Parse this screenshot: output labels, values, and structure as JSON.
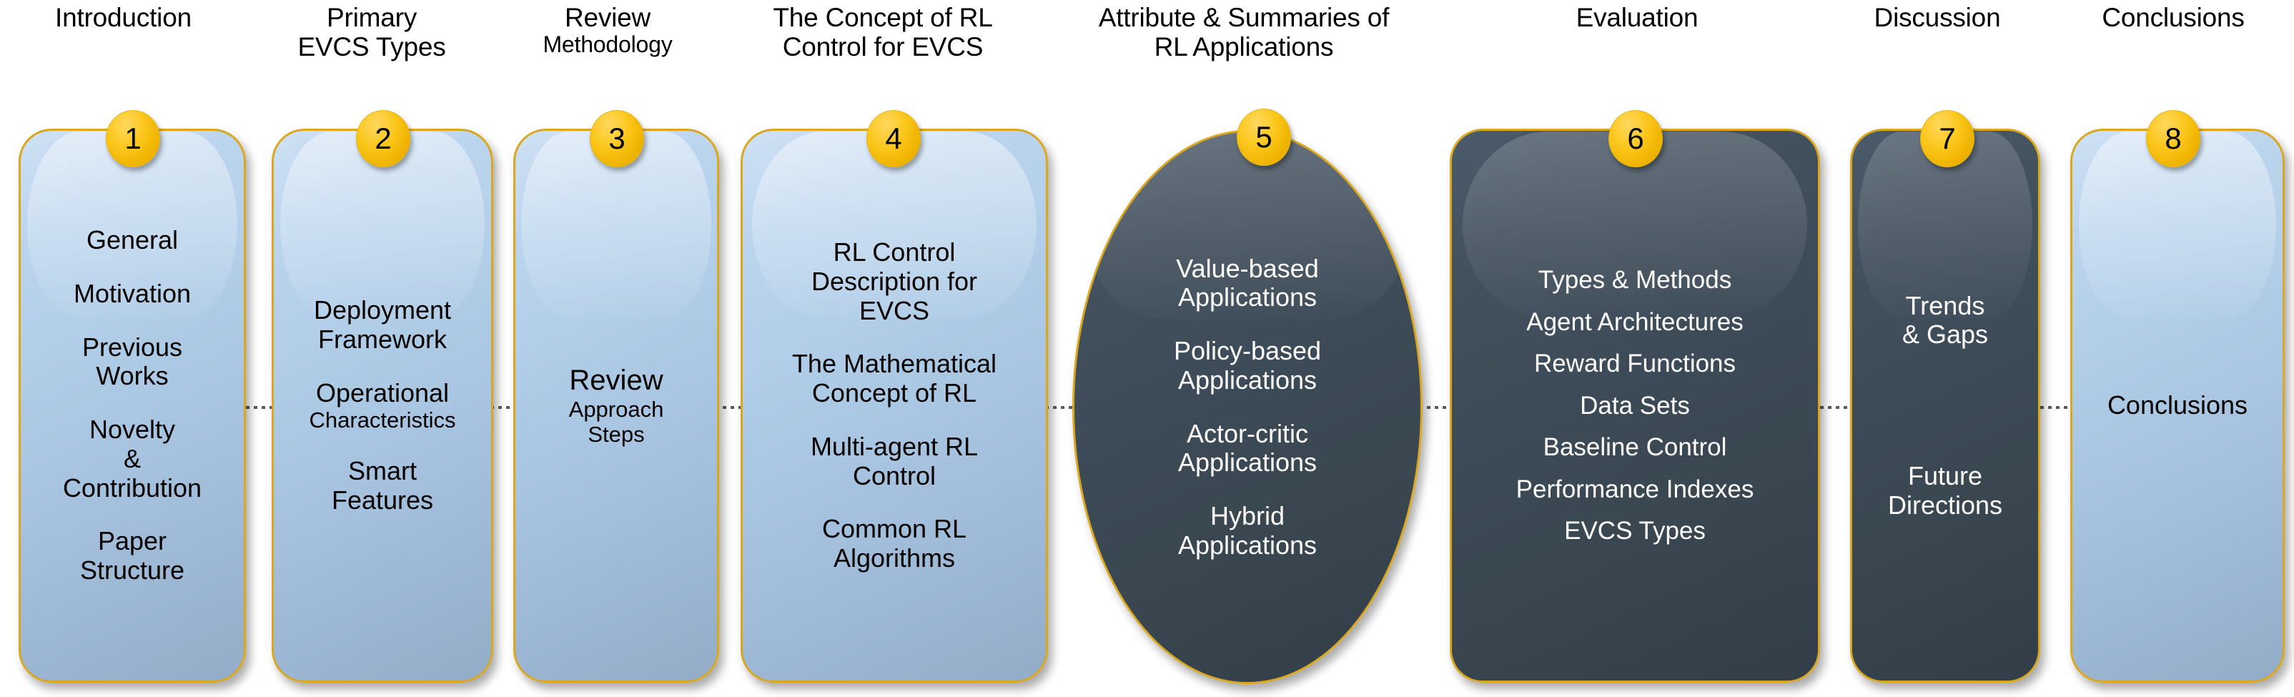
{
  "diagram": {
    "title": "Paper structure roadmap",
    "accent_color": "#D9A720",
    "light_fill": "#AECCEC",
    "dark_fill": "#3B4A59",
    "badge_color": "#FAC61E",
    "sections": [
      {
        "number": "1",
        "header_main": "Introduction",
        "header_sub": "",
        "theme": "light",
        "shape": "rounded-rect",
        "items": [
          {
            "text": "General",
            "size": "normal"
          },
          {
            "text": "Motivation",
            "size": "normal"
          },
          {
            "text": "Previous\nWorks",
            "size": "normal"
          },
          {
            "text": "Novelty\n&\nContribution",
            "size": "normal"
          },
          {
            "text": "Paper\nStructure",
            "size": "normal"
          }
        ]
      },
      {
        "number": "2",
        "header_main": "Primary",
        "header_sub": "EVCS Types",
        "theme": "light",
        "shape": "rounded-rect",
        "items": [
          {
            "text": "Deployment\nFramework",
            "size": "normal"
          },
          {
            "text": "Operational",
            "size": "normal"
          },
          {
            "text": "Characteristics",
            "size": "small"
          },
          {
            "text": "Smart\nFeatures",
            "size": "normal"
          }
        ]
      },
      {
        "number": "3",
        "header_main": "Review",
        "header_sub": "Methodology",
        "theme": "light",
        "shape": "rounded-rect",
        "items": [
          {
            "text": "Review",
            "size": "normal"
          },
          {
            "text": "Approach\nSteps",
            "size": "small"
          }
        ]
      },
      {
        "number": "4",
        "header_main": "The Concept of RL",
        "header_sub": "Control for EVCS",
        "theme": "light",
        "shape": "rounded-rect",
        "items": [
          {
            "text": "RL Control\nDescription for\nEVCS",
            "size": "normal"
          },
          {
            "text": "The Mathematical\nConcept of RL",
            "size": "normal"
          },
          {
            "text": "Multi-agent RL\nControl",
            "size": "normal"
          },
          {
            "text": "Common RL\nAlgorithms",
            "size": "normal"
          }
        ]
      },
      {
        "number": "5",
        "header_main": "Attribute & Summaries of",
        "header_sub": "RL Applications",
        "theme": "dark",
        "shape": "ellipse",
        "items": [
          {
            "text": "Value-based\nApplications",
            "size": "normal"
          },
          {
            "text": "Policy-based\nApplications",
            "size": "normal"
          },
          {
            "text": "Actor-critic\nApplications",
            "size": "normal"
          },
          {
            "text": "Hybrid\nApplications",
            "size": "normal"
          }
        ]
      },
      {
        "number": "6",
        "header_main": "Evaluation",
        "header_sub": "",
        "theme": "dark",
        "shape": "rounded-rect",
        "items": [
          {
            "text": "Types & Methods",
            "size": "normal"
          },
          {
            "text": "Agent Architectures",
            "size": "normal"
          },
          {
            "text": "Reward Functions",
            "size": "normal"
          },
          {
            "text": "Data Sets",
            "size": "normal"
          },
          {
            "text": "Baseline Control",
            "size": "normal"
          },
          {
            "text": "Performance Indexes",
            "size": "normal"
          },
          {
            "text": "EVCS Types",
            "size": "normal"
          }
        ]
      },
      {
        "number": "7",
        "header_main": "Discussion",
        "header_sub": "",
        "theme": "dark",
        "shape": "rounded-rect",
        "items": [
          {
            "text": "Trends\n& Gaps",
            "size": "normal"
          },
          {
            "text": "Future\nDirections",
            "size": "normal"
          }
        ]
      },
      {
        "number": "8",
        "header_main": "Conclusions",
        "header_sub": "",
        "theme": "light",
        "shape": "rounded-rect",
        "items": [
          {
            "text": "Conclusions",
            "size": "normal"
          }
        ]
      }
    ]
  }
}
